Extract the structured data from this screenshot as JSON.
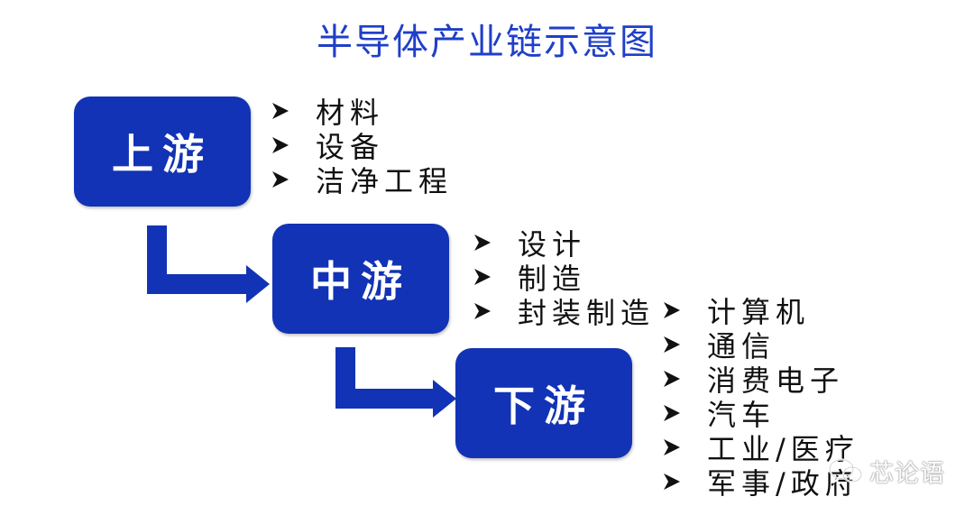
{
  "title": "半导体产业链示意图",
  "colors": {
    "box_fill": "#1233b5",
    "box_text": "#ffffff",
    "title_color": "#1f3fc8",
    "item_text": "#111111"
  },
  "stages": {
    "upstream": {
      "label": "上游",
      "items": [
        "材料",
        "设备",
        "洁净工程"
      ]
    },
    "midstream": {
      "label": "中游",
      "items": [
        "设计",
        "制造",
        "封装制造"
      ]
    },
    "downstream": {
      "label": "下游",
      "items": [
        "计算机",
        "通信",
        "消费电子",
        "汽车",
        "工业/医疗",
        "军事/政府"
      ]
    }
  },
  "watermark": {
    "text": "芯论语",
    "icon": "wechat-icon"
  }
}
